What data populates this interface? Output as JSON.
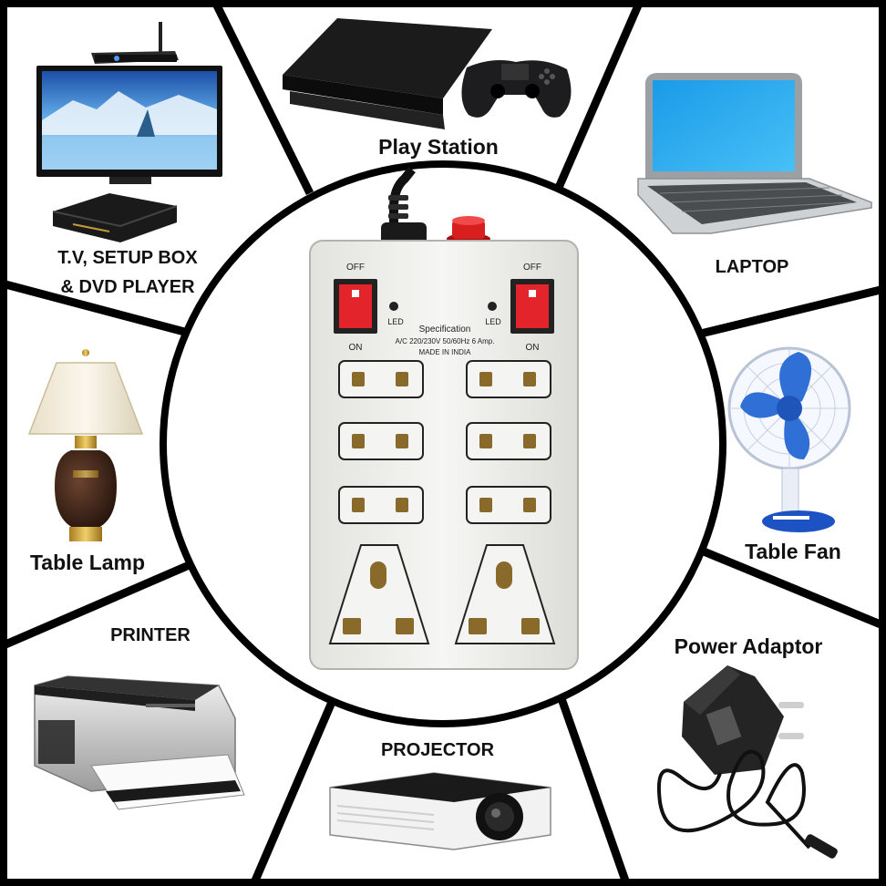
{
  "labels": {
    "play_station": "Play Station",
    "tv": "T.V, SETUP BOX",
    "dvd": "& DVD PLAYER",
    "laptop": "LAPTOP",
    "table_lamp": "Table Lamp",
    "table_fan": "Table Fan",
    "printer": "PRINTER",
    "power_adaptor": "Power Adaptor",
    "projector": "PROJECTOR"
  },
  "power_strip": {
    "switch_off_left": "OFF",
    "switch_on_left": "ON",
    "switch_off_right": "OFF",
    "switch_on_right": "ON",
    "led_left": "LED",
    "led_right": "LED",
    "spec_title": "Specification",
    "spec_rating": "A/C 220/230V 50/60Hz 6 Amp.",
    "spec_origin": "MADE IN INDIA",
    "small_socket_count": 6,
    "large_socket_count": 2
  },
  "colors": {
    "switch_red": "#e3242b",
    "indicator_red": "#d81e1e",
    "strip_body": "#eeeeec",
    "socket_brass": "#8a6a2a",
    "screen_blue": "#29a7f0",
    "fan_blue": "#2f6fd6",
    "lamp_brown": "#3b2216",
    "outline": "#000000"
  }
}
